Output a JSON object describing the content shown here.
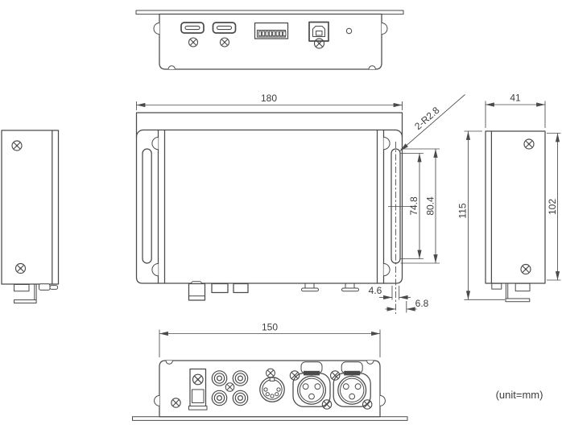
{
  "drawing": {
    "unit_note": "(unit=mm)",
    "colors": {
      "line": "#4a4a4a",
      "text": "#3d3d3d",
      "background": "#ffffff"
    },
    "dimensions": {
      "overall_width": "180",
      "mount_slot_radius": "2-R2.8",
      "mount_slot_length_inner": "74.8",
      "mount_slot_length_outer": "80.4",
      "mount_slot_width": "4.6",
      "mount_slot_edge_offset": "6.8",
      "side_depth": "41",
      "overall_height": "115",
      "body_height": "102",
      "panel_width": "150"
    },
    "views": {
      "front_panel": {
        "features": [
          "hdmi-port",
          "hdmi-port",
          "dip-switch-block",
          "usb-b-port",
          "led-hole",
          "screw",
          "screw",
          "screw"
        ]
      },
      "plan": {
        "features": [
          "mounting-plate",
          "mount-slot",
          "mount-slot",
          "feet",
          "rear-connector-stubs"
        ]
      },
      "left_side": {
        "features": [
          "screw",
          "screw",
          "mounting-bracket"
        ]
      },
      "right_side": {
        "features": [
          "screw",
          "screw",
          "mounting-bracket"
        ]
      },
      "rear_panel": {
        "features": [
          "terminal-block",
          "rca-jack",
          "rca-jack",
          "rca-jack",
          "rca-jack",
          "din-connector",
          "xlr-connector",
          "xlr-connector"
        ]
      }
    }
  }
}
